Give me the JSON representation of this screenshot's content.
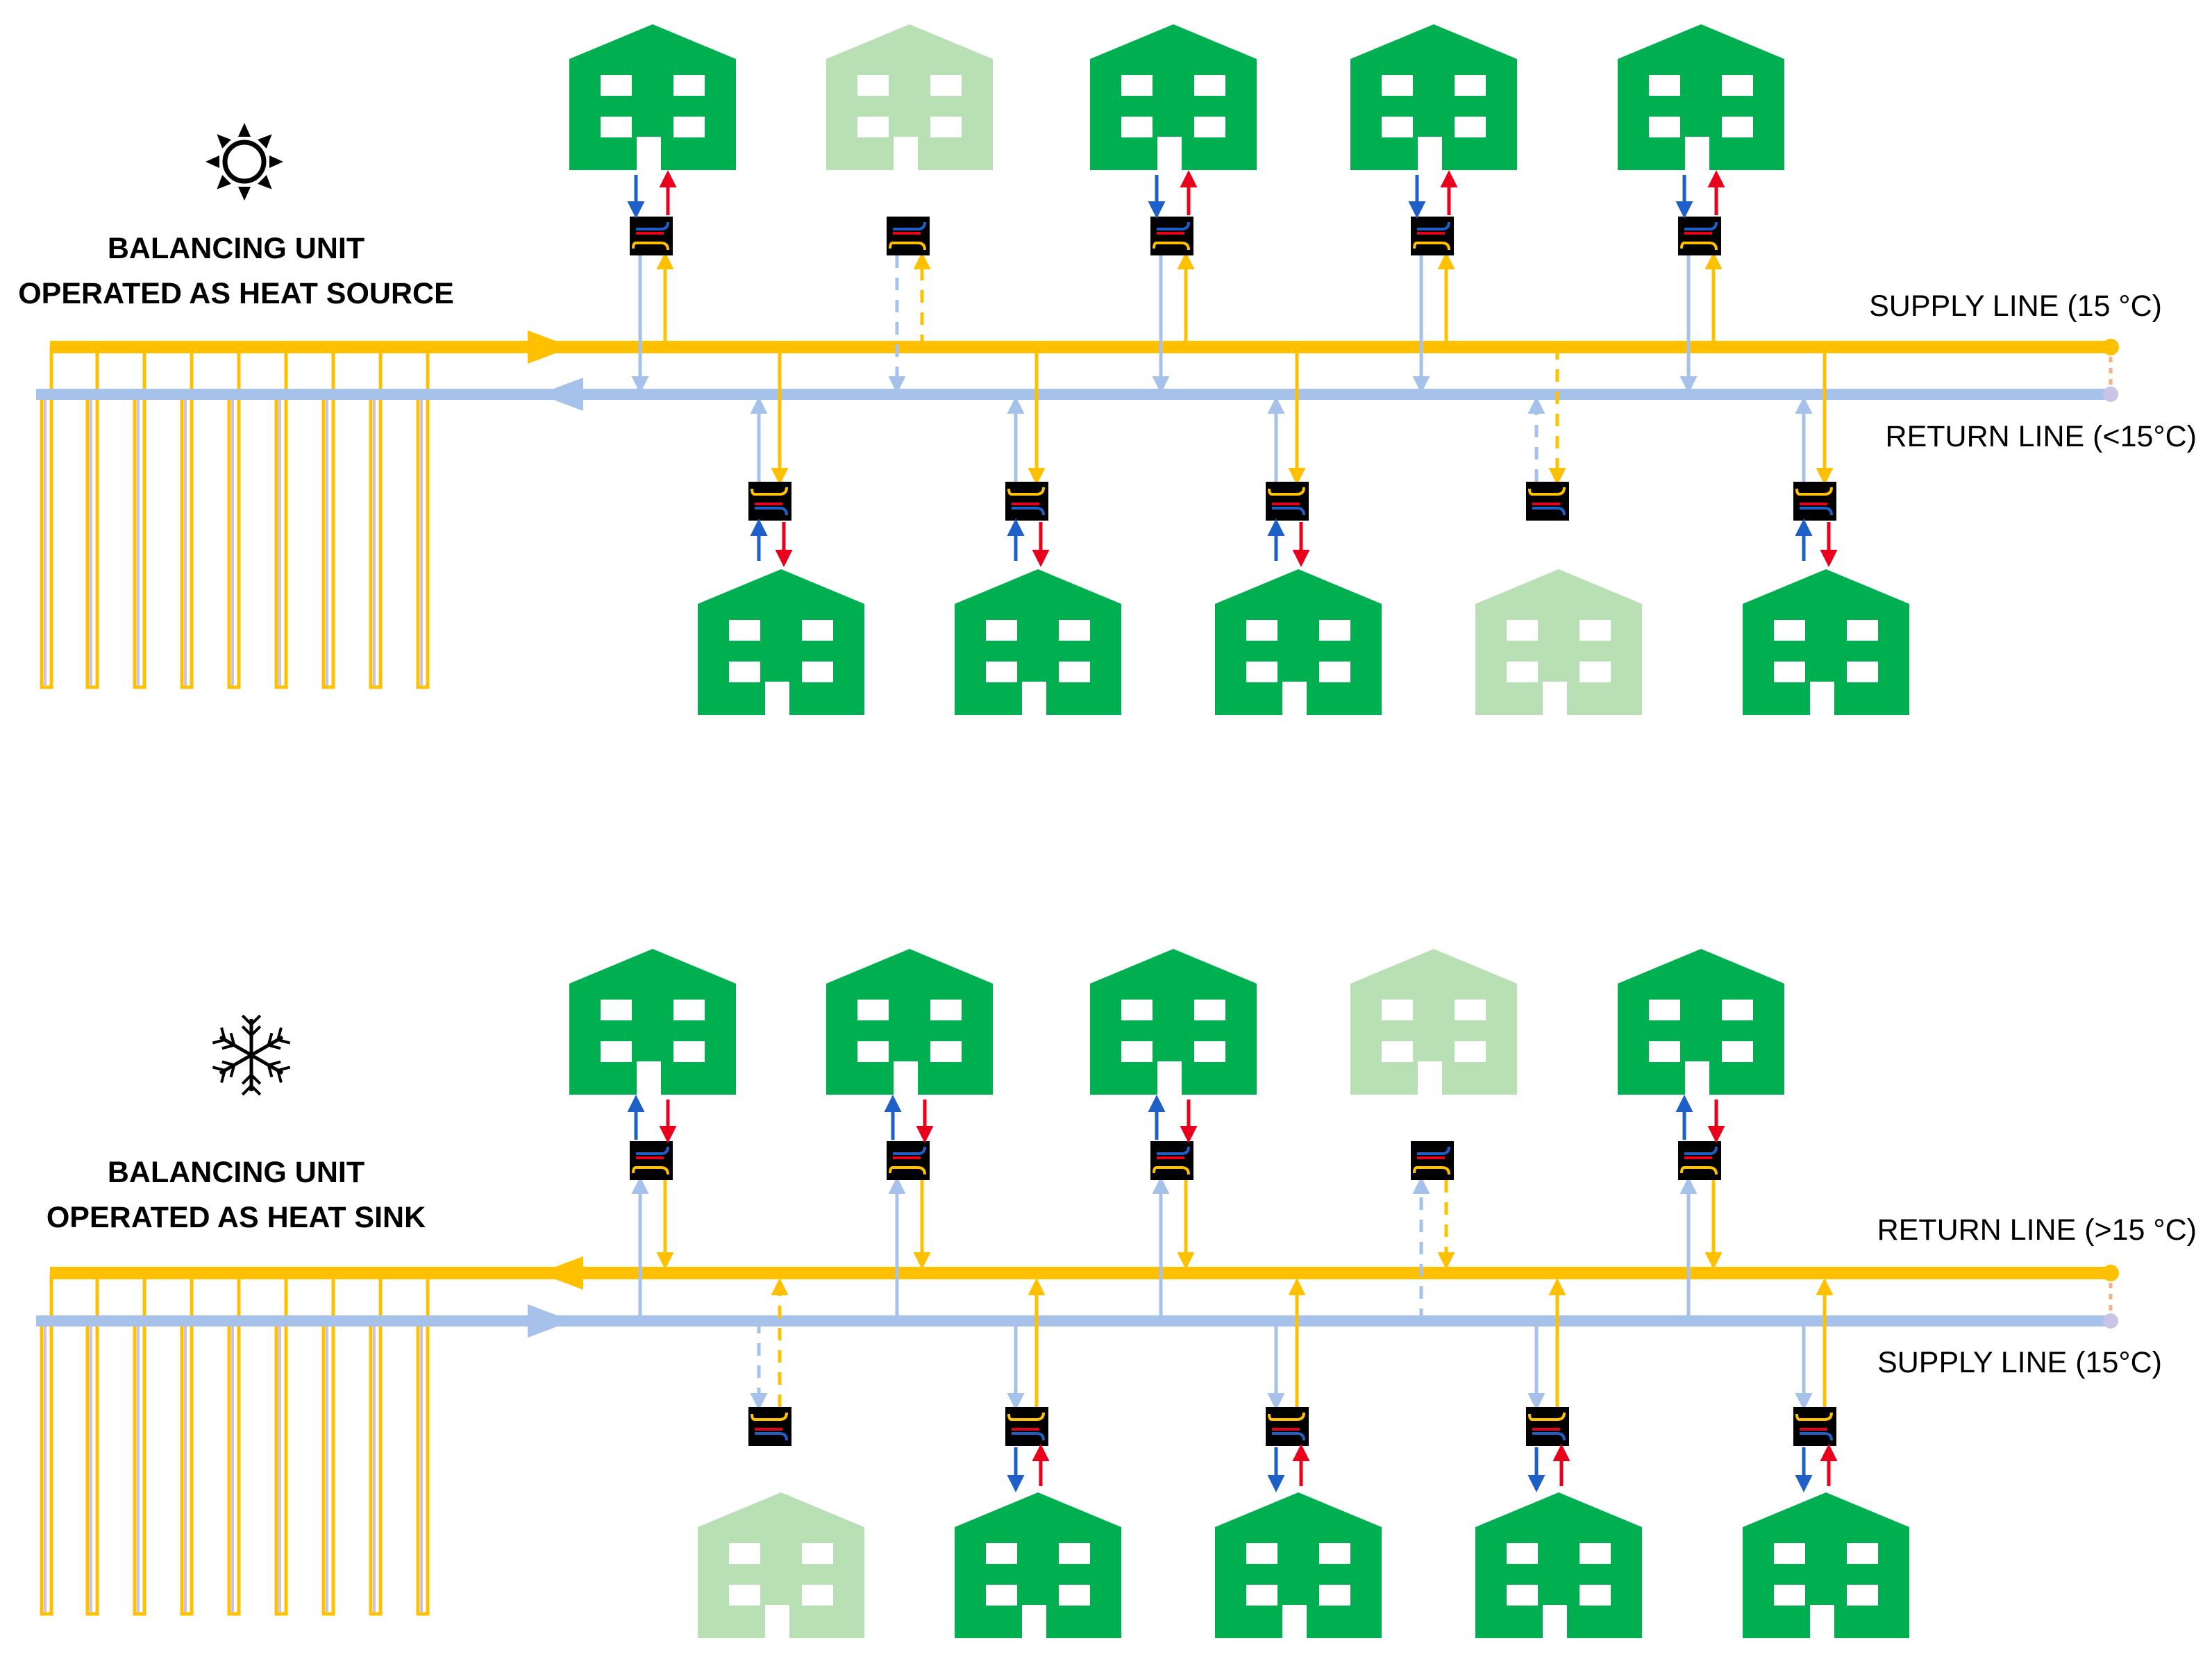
{
  "colors": {
    "building_active": "#00B050",
    "building_inactive": "#B8E0B4",
    "window": "#FFFFFF",
    "warm_pipe": "#FFC000",
    "cold_pipe": "#A7C2EA",
    "heat_exchanger": "#000000",
    "arrow_blue": "#1F5FC8",
    "arrow_red": "#E8001C"
  },
  "panels": [
    {
      "mode": "heating",
      "icon": "sun-icon",
      "balancing_label": [
        "BALANCING UNIT",
        "OPERATED AS HEAT SOURCE"
      ],
      "upper_line_label": "SUPPLY LINE (15 °C)",
      "lower_line_label": "RETURN LINE (<15°C)",
      "top_buildings_active": [
        true,
        false,
        true,
        true,
        true
      ],
      "bottom_buildings_active": [
        true,
        true,
        true,
        false,
        true
      ]
    },
    {
      "mode": "cooling",
      "icon": "snowflake-icon",
      "balancing_label": [
        "BALANCING UNIT",
        "OPERATED AS HEAT SINK"
      ],
      "upper_line_label": "RETURN LINE (>15 °C)",
      "lower_line_label": "SUPPLY LINE (15°C)",
      "top_buildings_active": [
        true,
        true,
        true,
        false,
        true
      ],
      "bottom_buildings_active": [
        false,
        true,
        true,
        true,
        true
      ]
    }
  ]
}
